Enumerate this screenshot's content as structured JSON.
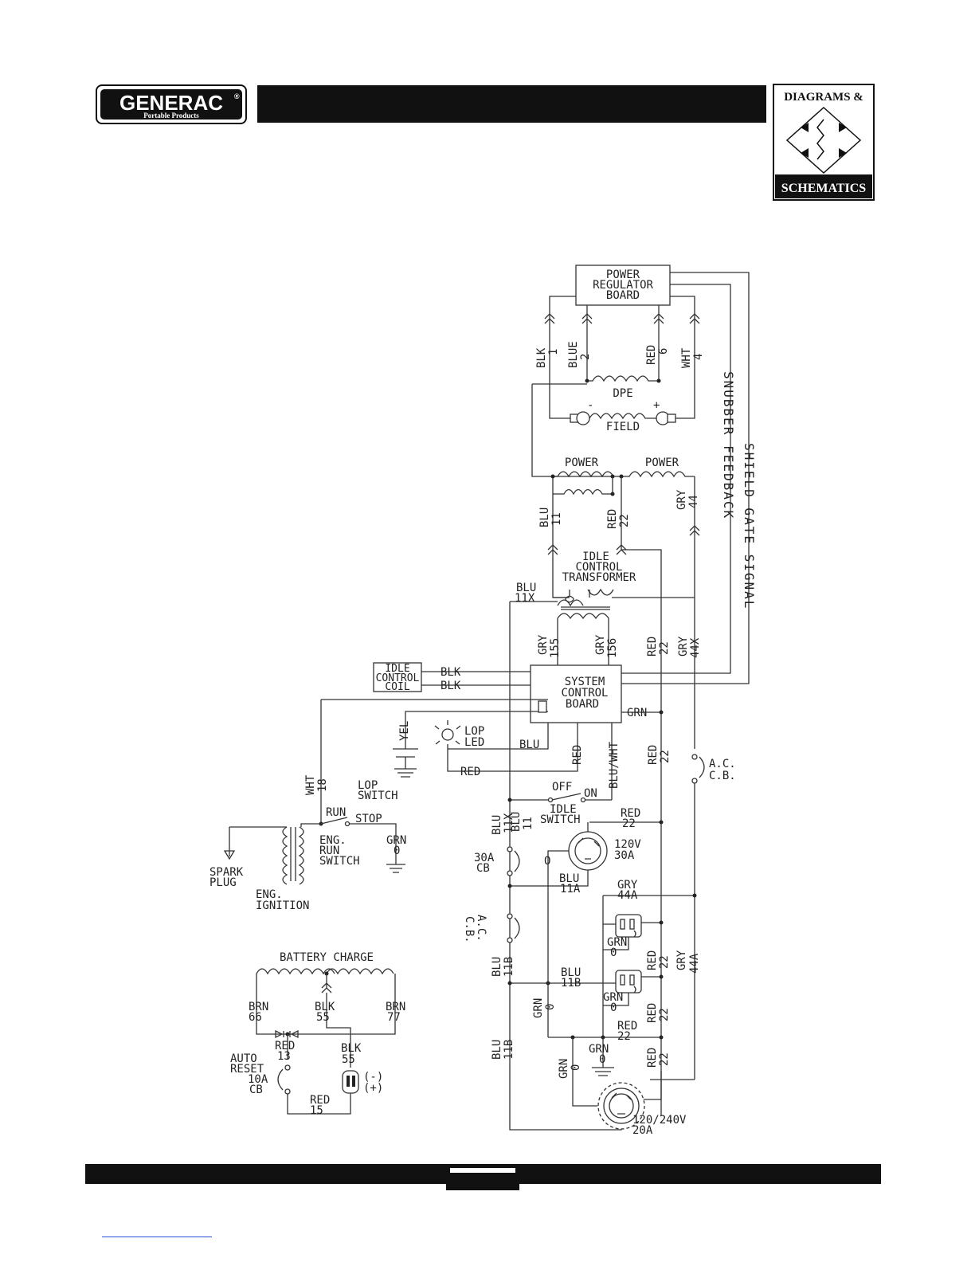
{
  "header": {
    "logo_text": "GENERAC",
    "logo_mark": "®",
    "logo_subtext": "Portable Products",
    "badge_top": "DIAGRAMS &",
    "badge_bottom": "SCHEMATICS"
  },
  "diagram": {
    "power_regulator_board": [
      "POWER",
      "REGULATOR",
      "BOARD"
    ],
    "top_wires": {
      "blk1": [
        "BLK",
        "1"
      ],
      "blue2": [
        "BLUE",
        "2"
      ],
      "red6": [
        "RED",
        "6"
      ],
      "wht4": [
        "WHT",
        "4"
      ]
    },
    "dpe": "DPE",
    "field": "FIELD",
    "field_minus": "-",
    "field_plus": "+",
    "snubber_feedback": "SNUBBER FEEDBACK",
    "shield_gate_signal": "SHIELD GATE SIGNAL",
    "power_left": "POWER",
    "power_right": "POWER",
    "blu11": [
      "BLU",
      "11"
    ],
    "red22": [
      "RED",
      "22"
    ],
    "gry44": [
      "GRY",
      "44"
    ],
    "idle_control_transformer": [
      "IDLE",
      "CONTROL",
      "TRANSFORMER"
    ],
    "blu11x": [
      "BLU",
      "11X"
    ],
    "gry155": [
      "GRY",
      "155"
    ],
    "gry156": [
      "GRY",
      "156"
    ],
    "red22b": [
      "RED",
      "22"
    ],
    "gry44x": [
      "GRY",
      "44X"
    ],
    "idle_control_coil": [
      "IDLE",
      "CONTROL",
      "COIL"
    ],
    "blk_a": "BLK",
    "blk_b": "BLK",
    "system_control_board": [
      "SYSTEM",
      "CONTROL",
      "BOARD"
    ],
    "grn": "GRN",
    "yel": "YEL",
    "lop_led": [
      "LOP",
      "LED"
    ],
    "blu": "BLU",
    "red_v": "RED",
    "blu_wht": "BLU/WHT",
    "red_h": "RED",
    "red22c": [
      "RED",
      "22"
    ],
    "ac_cb_right": [
      "A.C.",
      "C.B."
    ],
    "wht18": [
      "WHT",
      "18"
    ],
    "lop_switch": [
      "LOP",
      "SWITCH"
    ],
    "off": "OFF",
    "on": "ON",
    "run": "RUN",
    "stop": "STOP",
    "blu11x_b": [
      "BLU",
      "11X"
    ],
    "blu11_b": [
      "BLU",
      "11"
    ],
    "idle_switch": [
      "IDLE",
      "SWITCH"
    ],
    "red22d": [
      "RED",
      "22"
    ],
    "eng_run_switch": [
      "ENG.",
      "RUN",
      "SWITCH"
    ],
    "grn0": [
      "GRN",
      "0"
    ],
    "spark_plug": [
      "SPARK",
      "PLUG"
    ],
    "cb30a": [
      "30A",
      "CB"
    ],
    "o_mark": "O",
    "r120v30a": [
      "120V",
      "30A"
    ],
    "blu11a": [
      "BLU",
      "11A"
    ],
    "eng_ignition": [
      "ENG.",
      "IGNITION"
    ],
    "gry44a": [
      "GRY",
      "44A"
    ],
    "ac_cb_left": [
      "A.C.",
      "C.B."
    ],
    "grn0_b": [
      "GRN",
      "0"
    ],
    "red22e": [
      "RED",
      "22"
    ],
    "gry44a_v": [
      "GRY",
      "44A"
    ],
    "blu11b": [
      "BLU",
      "11B"
    ],
    "blu11b_h": [
      "BLU",
      "11B"
    ],
    "grn0_c": [
      "GRN",
      "0"
    ],
    "grn0_v": [
      "GRN",
      "0"
    ],
    "red22f": [
      "RED",
      "22"
    ],
    "red22g": [
      "RED",
      "22"
    ],
    "battery_charge": "BATTERY CHARGE",
    "brn66": [
      "BRN",
      "66"
    ],
    "blk55": [
      "BLK",
      "55"
    ],
    "brn77": [
      "BRN",
      "77"
    ],
    "grn0_d": [
      "GRN",
      "0"
    ],
    "red22h": [
      "RED",
      "22"
    ],
    "red13": [
      "RED",
      "13"
    ],
    "blk55_b": [
      "BLK",
      "55"
    ],
    "blu11b_v": [
      "BLU",
      "11B"
    ],
    "grn0_e": [
      "GRN",
      "0"
    ],
    "auto_reset": [
      "AUTO",
      "RESET",
      "10A",
      "CB"
    ],
    "minus_plus": [
      "(-)",
      "(+)"
    ],
    "red15": [
      "RED",
      "15"
    ],
    "r120240v": [
      "120/240V",
      "20A"
    ]
  }
}
